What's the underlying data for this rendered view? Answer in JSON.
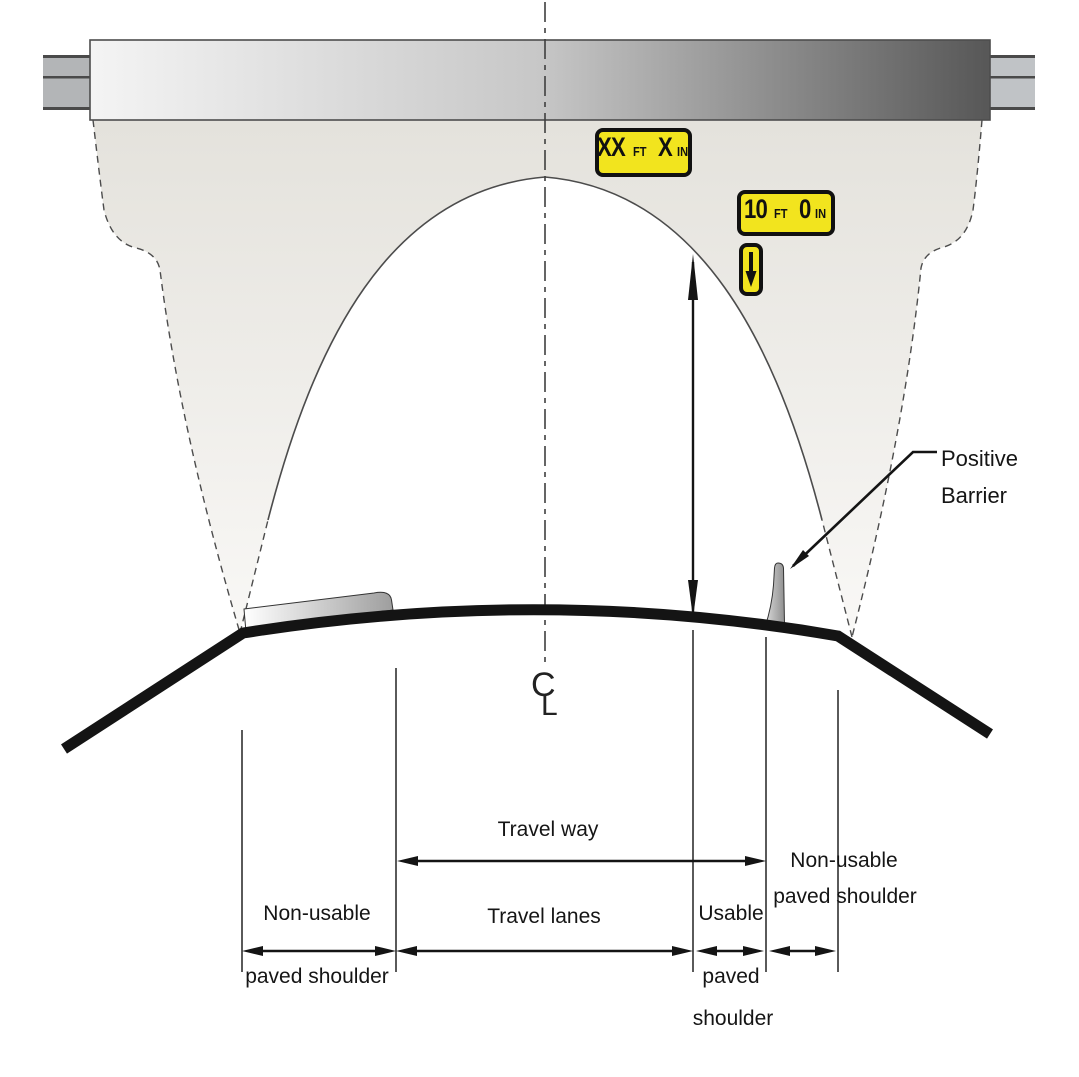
{
  "figure": {
    "type": "bridge-vertical-clearance-and-roadway-cross-section-diagram"
  },
  "signs": {
    "bridge_clearance_unposted": {
      "value_feet": "XX",
      "unit_feet": "FT",
      "value_inches": "X",
      "unit_inches": "IN"
    },
    "bridge_clearance_posted": {
      "value_feet": "10",
      "unit_feet": "FT",
      "value_inches": "0",
      "unit_inches": "IN"
    },
    "down_arrow_sign": {
      "icon": "down-arrow"
    }
  },
  "annotations": {
    "positive_barrier": {
      "line1": "Positive",
      "line2": "Barrier"
    },
    "centerline_symbol": {
      "letter_c": "C",
      "letter_l": "L"
    }
  },
  "dimensions": {
    "travel_way": "Travel way",
    "travel_lanes": "Travel lanes",
    "left_non_usable_shoulder": {
      "line1": "Non-usable",
      "line2": "paved shoulder"
    },
    "usable_shoulder": {
      "line1": "Usable",
      "line2": "paved",
      "line3": "shoulder"
    },
    "right_non_usable_shoulder": {
      "line1": "Non-usable",
      "line2": "paved shoulder"
    }
  },
  "colors": {
    "sign_yellow": "#f2e41e",
    "sign_border": "#111111",
    "structure_fill_top": "#e4e2dc",
    "structure_fill_bottom": "#f9f8f6",
    "deck_gradient_left": "#f2f2f2",
    "deck_gradient_right": "#595959",
    "line_color": "#1a1a1a"
  }
}
